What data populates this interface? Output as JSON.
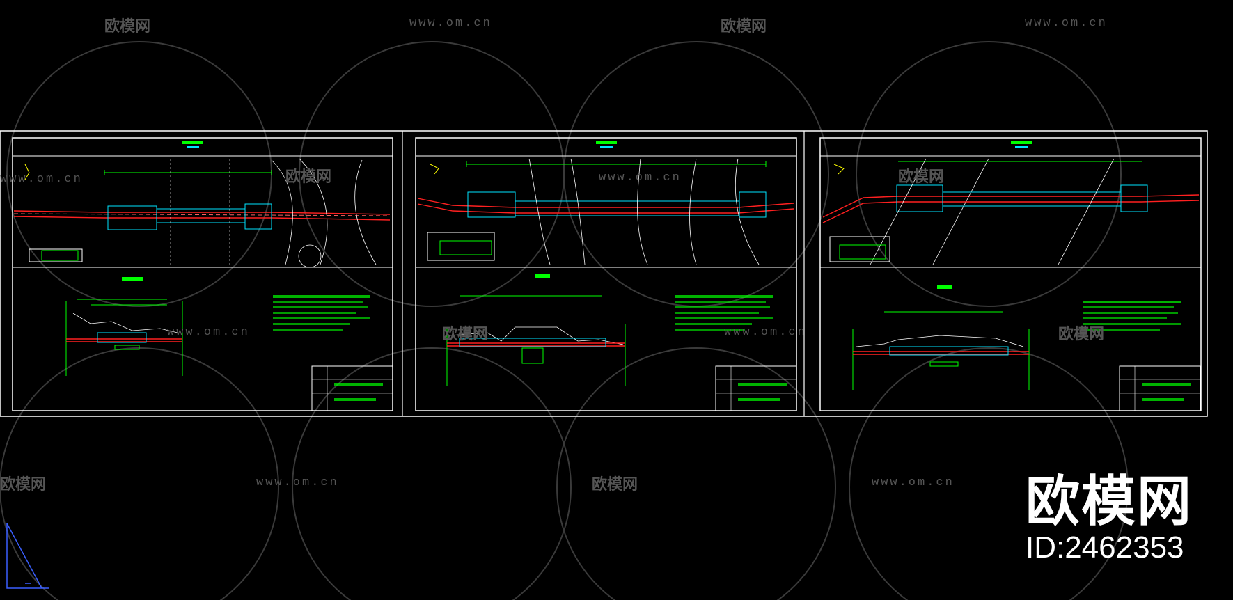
{
  "watermark": {
    "logo_text": "欧模网",
    "url_text": "www.om.cn",
    "id_text": "ID:2462353",
    "partial_logo_text": "欧模网"
  },
  "colors": {
    "background": "#000000",
    "frame": "#ffffff",
    "cad_green": "#00ff00",
    "cad_red": "#ff2020",
    "cad_cyan": "#00e5ff",
    "cad_yellow": "#ffff00",
    "watermark_gray": "#555555"
  },
  "drawing": {
    "sheets": [
      {
        "id": "sheet-1"
      },
      {
        "id": "sheet-2"
      },
      {
        "id": "sheet-3"
      }
    ]
  }
}
